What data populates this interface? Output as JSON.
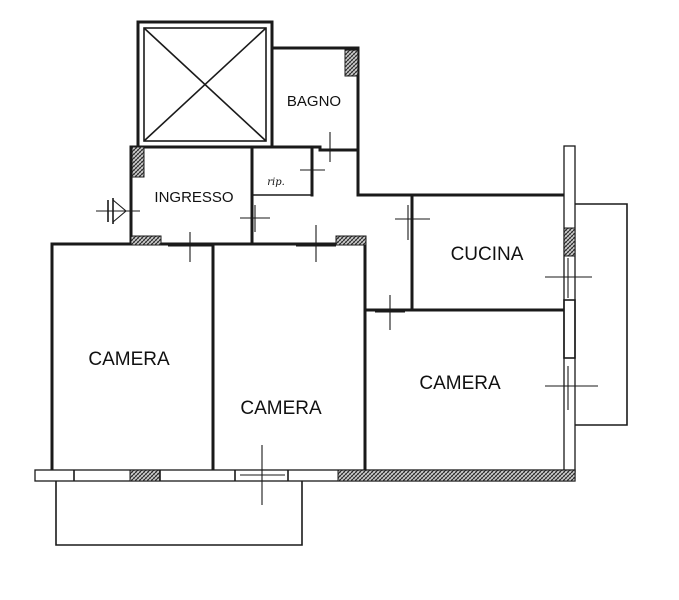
{
  "rooms": {
    "bagno": "BAGNO",
    "ingresso": "INGRESSO",
    "ripostiglio": "rip.",
    "cucina": "CUCINA",
    "camera_left": "CAMERA",
    "camera_center": "CAMERA",
    "camera_right": "CAMERA"
  },
  "colors": {
    "wall": "#1a1a1a",
    "background": "#ffffff"
  }
}
